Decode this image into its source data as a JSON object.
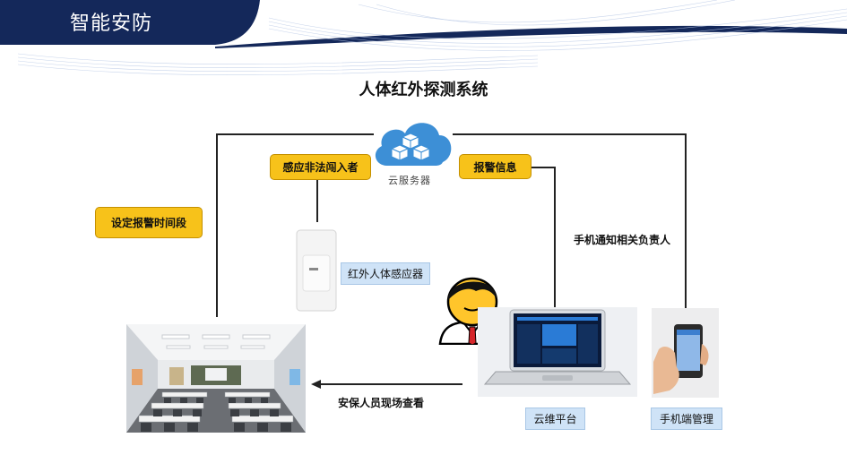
{
  "header": {
    "title": "智能安防",
    "bar_color": "#14285a"
  },
  "diagram": {
    "title": "人体红外探测系统",
    "cloud": {
      "label": "云服务器",
      "color": "#3d8fd6"
    },
    "labels": {
      "intruder_sensed": "感应非法闯入者",
      "alarm_info": "报警信息",
      "set_alarm_period": "设定报警时间段",
      "notify_person": "手机通知相关负责人",
      "infrared_sensor": "红外人体感应器",
      "security_check": "安保人员现场查看",
      "cloud_platform": "云维平台",
      "mobile_management": "手机端管理"
    },
    "accent_yellow": "#f7c21a",
    "accent_blue": "#cfe3f7"
  }
}
